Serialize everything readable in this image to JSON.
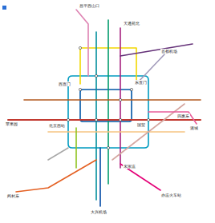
{
  "diagram": {
    "labels": [
      "昌平西山口",
      "天通苑北",
      "西直门",
      "东直门",
      "苹果园",
      "四惠东",
      "北京西站",
      "国贸",
      "宋家庄",
      "首都机场",
      "阎村东",
      "大兴机场",
      "亦庄火车站",
      "潞城"
    ]
  }
}
